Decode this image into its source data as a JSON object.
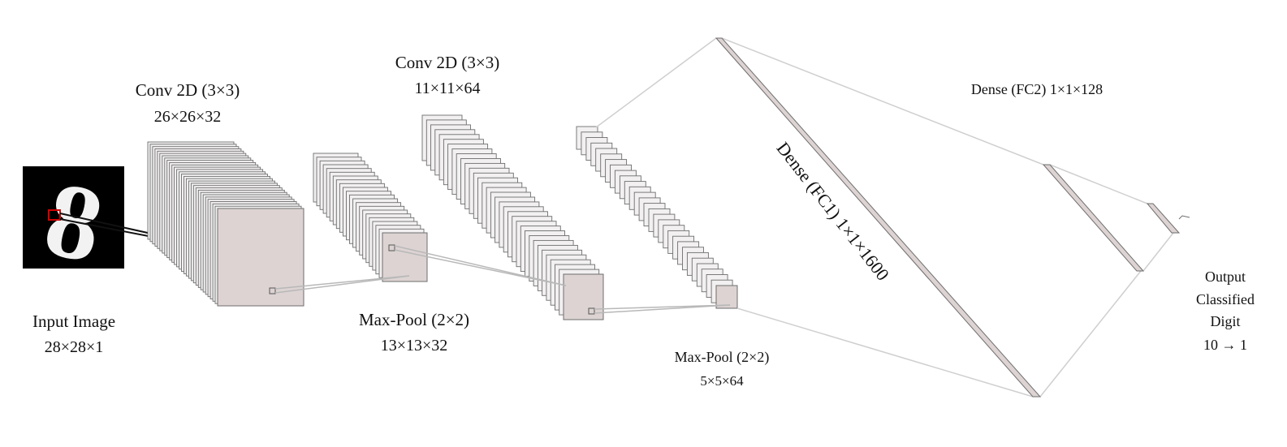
{
  "colors": {
    "face": "#ddd3d3",
    "slice_fill": "#f2f0f0",
    "slice_edge": "#6e6e6e",
    "line": "#cfcfcf",
    "dark_line": "#111111",
    "highlight": "#d40000",
    "input_bg": "#000000",
    "digit": "#f2f2f2"
  },
  "input": {
    "title": "Input Image",
    "dims": "28×28×1",
    "digit": "8"
  },
  "conv1": {
    "title": "Conv 2D (3×3)",
    "dims": "26×26×32"
  },
  "pool1": {
    "title": "Max-Pool (2×2)",
    "dims": "13×13×32"
  },
  "conv2": {
    "title": "Conv 2D (3×3)",
    "dims": "11×11×64"
  },
  "pool2": {
    "title": "Max-Pool (2×2)",
    "dims": "5×5×64"
  },
  "fc1": {
    "label": "Dense (FC1) 1×1×1600"
  },
  "fc2": {
    "label": "Dense (FC2) 1×1×128"
  },
  "output": {
    "line1": "Output",
    "line2": "Classified",
    "line3": "Digit",
    "line4": "10 → 1"
  }
}
